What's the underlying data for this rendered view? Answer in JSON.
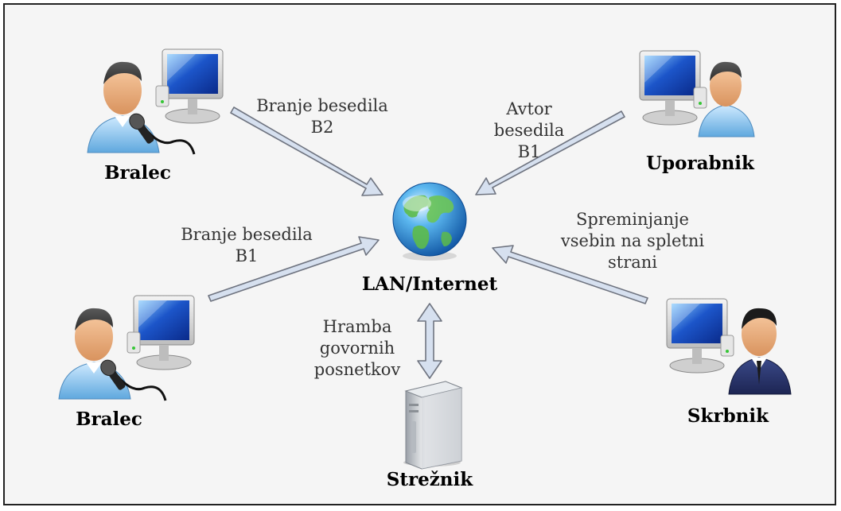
{
  "nodes": {
    "bralec_top": "Bralec",
    "bralec_bottom": "Bralec",
    "uporabnik": "Uporabnik",
    "skrbnik": "Skrbnik",
    "network": "LAN/Internet",
    "streznik": "Strežnik"
  },
  "edges": {
    "bralec_top": [
      "Branje besedila",
      "B2"
    ],
    "bralec_bottom": [
      "Branje besedila",
      "B1"
    ],
    "uporabnik": [
      "Avtor",
      "besedila",
      "B1"
    ],
    "skrbnik": [
      "Spreminjanje",
      "vsebin na spletni",
      "strani"
    ],
    "streznik": [
      "Hramba",
      "govornih",
      "posnetkov"
    ]
  },
  "icons": {
    "user_with_mic": "user-with-microphone-computer-icon",
    "user": "user-computer-icon",
    "admin": "admin-computer-icon",
    "globe": "globe-icon",
    "server": "server-icon"
  },
  "colors": {
    "arrow_fill": "#d6e0ef",
    "arrow_stroke": "#6f7480",
    "background": "#f5f5f5",
    "border": "#222222"
  }
}
